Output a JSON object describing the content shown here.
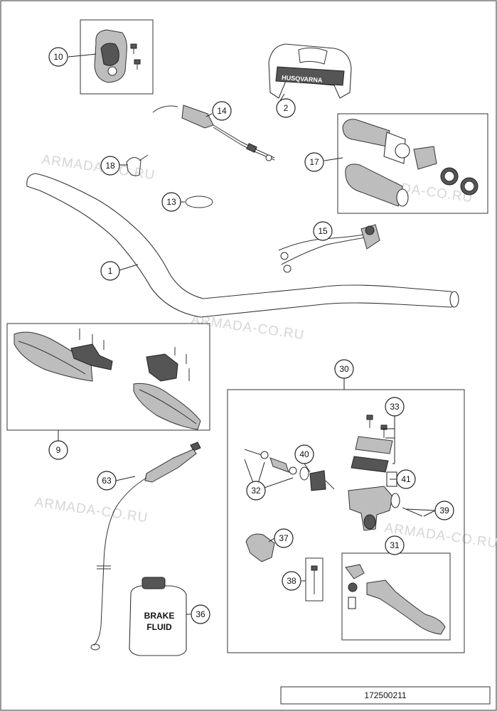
{
  "watermark": "ARMADA-CO.RU",
  "catalog_number": "172500211",
  "bottle_label": [
    "BRAKE",
    "FLUID"
  ],
  "brand_mark": "HUSQVARNA",
  "callouts": [
    "10",
    "2",
    "14",
    "17",
    "18",
    "13",
    "15",
    "1",
    "9",
    "30",
    "33",
    "40",
    "41",
    "32",
    "39",
    "63",
    "37",
    "31",
    "38",
    "36"
  ]
}
